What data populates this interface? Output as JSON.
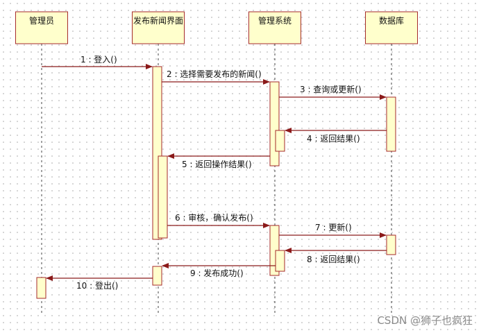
{
  "diagram": {
    "participants": [
      {
        "name": "管理员"
      },
      {
        "name": "发布新闻界面"
      },
      {
        "name": "管理系统"
      },
      {
        "name": "数据库"
      }
    ],
    "messages": [
      {
        "label": "1 : 登入()",
        "from": 0,
        "to": 1
      },
      {
        "label": "2 : 选择需要发布的新闻()",
        "from": 1,
        "to": 2
      },
      {
        "label": "3 : 查询或更新()",
        "from": 2,
        "to": 3
      },
      {
        "label": "4 : 返回结果()",
        "from": 3,
        "to": 2
      },
      {
        "label": "5 : 返回操作结果()",
        "from": 2,
        "to": 1
      },
      {
        "label": "6 : 审核，确认发布()",
        "from": 1,
        "to": 2
      },
      {
        "label": "7 : 更新()",
        "from": 2,
        "to": 3
      },
      {
        "label": "8 : 返回结果()",
        "from": 3,
        "to": 2
      },
      {
        "label": "9 : 发布成功()",
        "from": 2,
        "to": 1
      },
      {
        "label": "10 : 登出()",
        "from": 1,
        "to": 0
      }
    ]
  },
  "colors": {
    "box_fill": "#ffffcc",
    "box_border": "#a52a2a",
    "arrow": "#8b1a1a",
    "lifeline": "#444444"
  },
  "watermark": "CSDN @狮子也疯狂"
}
